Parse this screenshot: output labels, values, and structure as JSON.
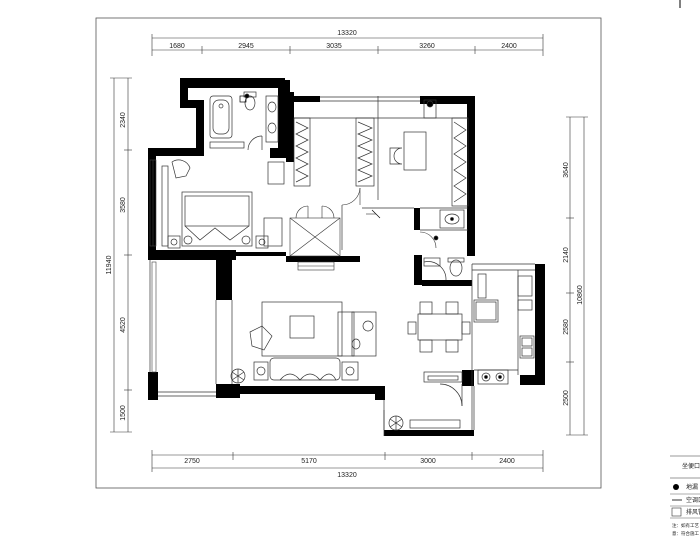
{
  "plan": {
    "dimensions": {
      "top_total": "13320",
      "top_segments": [
        "1680",
        "2945",
        "3035",
        "3260",
        "2400"
      ],
      "bottom_total": "13320",
      "bottom_segments": [
        "2750",
        "5170",
        "3000",
        "2400"
      ],
      "left_total": "11940",
      "left_segments": [
        "2340",
        "3580",
        "4520",
        "1500"
      ],
      "right_total": "10860",
      "right_segments": [
        "3640",
        "2140",
        "2580",
        "2500"
      ]
    },
    "legend": {
      "title": "坐便口",
      "items": [
        {
          "symbol": "dot",
          "label": "地漏"
        },
        {
          "symbol": "line",
          "label": "空调口"
        },
        {
          "symbol": "box",
          "label": "排风管道"
        }
      ],
      "notes": [
        "注：如有工艺",
        "意：符合施工"
      ]
    }
  }
}
